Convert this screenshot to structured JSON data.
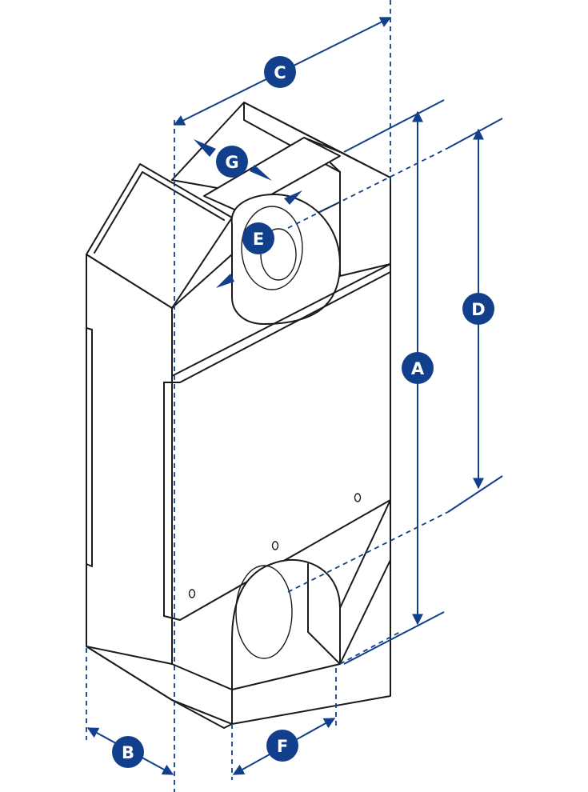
{
  "diagram": {
    "subject": "load-pin-shackle-block",
    "accent_color": "#123f8c",
    "line_color": "#1a1a1a",
    "dimension_labels": {
      "A": "A",
      "B": "B",
      "C": "C",
      "D": "D",
      "E": "E",
      "F": "F",
      "G": "G"
    }
  }
}
